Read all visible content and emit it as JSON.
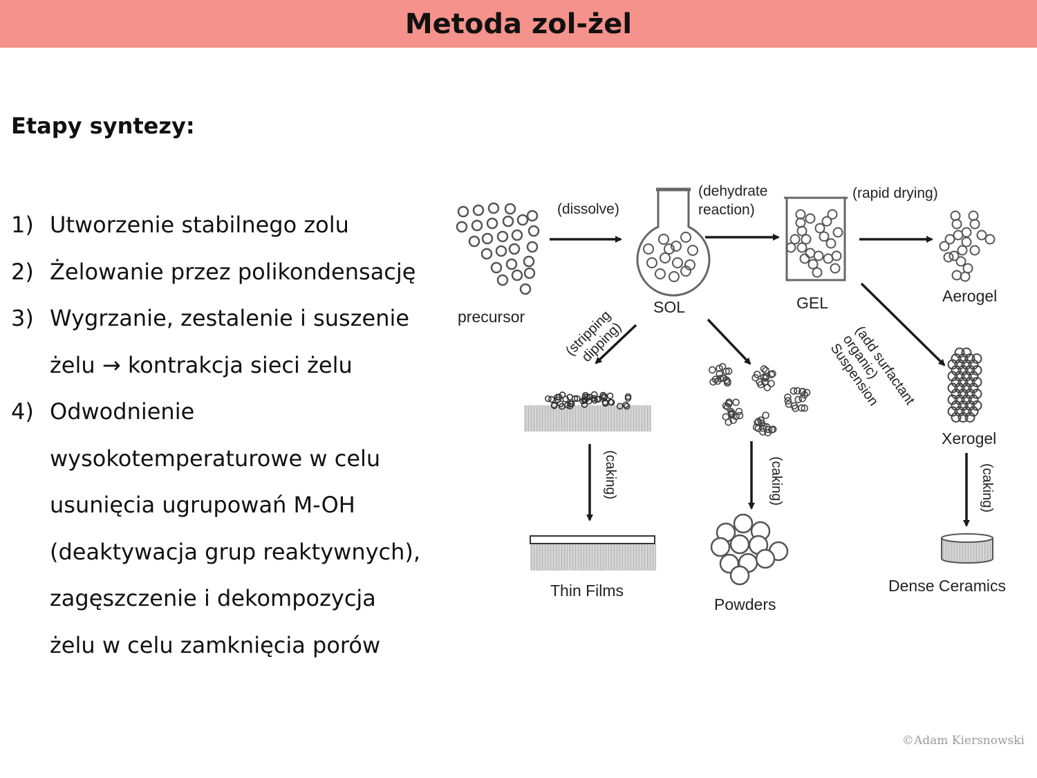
{
  "slide": {
    "title": "Metoda zol-żel",
    "section_title": "Etapy syntezy:",
    "steps": [
      {
        "num": "1)",
        "lines": [
          "Utworzenie stabilnego zolu"
        ]
      },
      {
        "num": "2)",
        "lines": [
          "Żelowanie przez polikondensację"
        ]
      },
      {
        "num": "3)",
        "lines": [
          "Wygrzanie, zestalenie i suszenie",
          "żelu → kontrakcja sieci żelu"
        ]
      },
      {
        "num": "4)",
        "lines": [
          "Odwodnienie",
          "wysokotemperaturowe w celu",
          "usunięcia ugrupowań M-OH",
          "(deaktywacja grup reaktywnych),",
          "zagęszczenie i dekompozycja",
          "żelu w celu zamknięcia porów"
        ]
      }
    ],
    "copyright": "©Adam Kiersnowski"
  },
  "diagram": {
    "precursor": "precursor",
    "dissolve": "(dissolve)",
    "sol": "SOL",
    "dehydrate_1": "(dehydrate",
    "dehydrate_2": "reaction)",
    "gel": "GEL",
    "rapid_drying": "(rapid drying)",
    "aerogel": "Aerogel",
    "stripping_1": "(stripping",
    "stripping_2": "dipping)",
    "surfactant_1": "(add surfactant",
    "surfactant_2": "organic)",
    "surfactant_3": "Suspension",
    "xerogel": "Xerogel",
    "caking": "(caking)",
    "thin_films": "Thin Films",
    "powders": "Powders",
    "dense_ceramics": "Dense Ceramics"
  },
  "colors": {
    "title_bar": "#f4928b"
  },
  "icons": [
    "arrow-icon",
    "flask-icon",
    "beaker-icon",
    "particle-icon"
  ]
}
